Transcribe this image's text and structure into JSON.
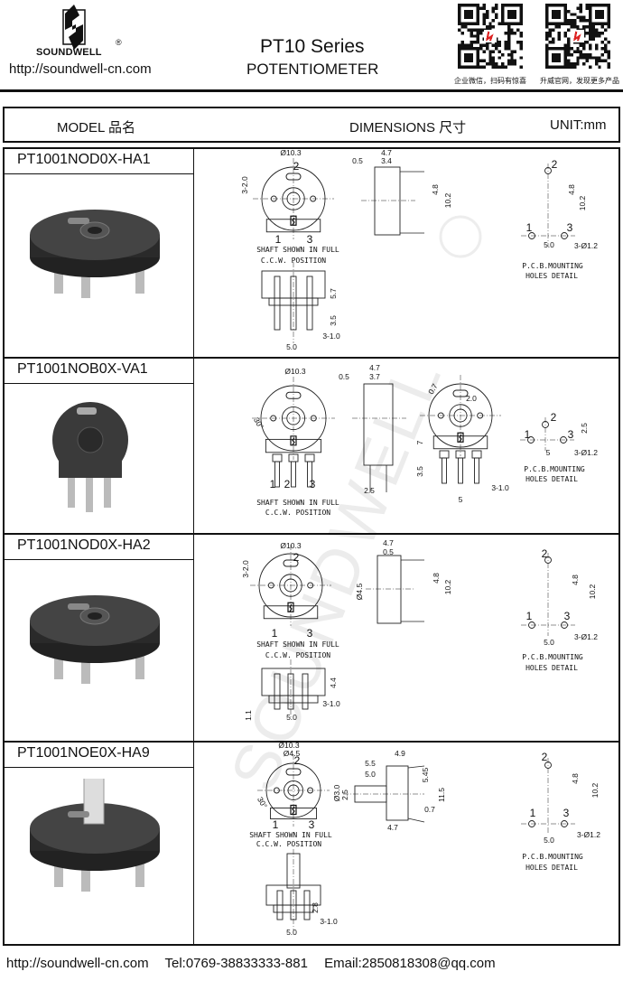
{
  "header": {
    "brand": "SOUNDWELL",
    "registered_mark": "®",
    "url": "http://soundwell-cn.com",
    "title": "PT10 Series",
    "subtitle": "POTENTIOMETER",
    "qr_codes": [
      {
        "caption": "企业微信，扫码有惊喜"
      },
      {
        "caption": "升威官网，发现更多产品"
      }
    ]
  },
  "table_header": {
    "model": "MODEL 品名",
    "dimensions": "DIMENSIONS 尺寸",
    "unit": "UNIT:mm"
  },
  "watermark": "SOUNDWELL ®",
  "sections": [
    {
      "model": "PT1001NOD0X-HA1",
      "dims": {
        "d1": "Ø10.3",
        "p2": "2",
        "w1": "3-2.0",
        "p1": "1",
        "p3": "3",
        "n1": "SHAFT SHOWN IN FULL",
        "n2": "C.C.W. POSITION",
        "h1": "5.7",
        "h2": "3.5",
        "pw": "3-1.0",
        "ps": "5.0",
        "s1": "4.7",
        "s2": "0.5",
        "s3": "3.4",
        "s4": "4.8",
        "s5": "10.2",
        "q2": "2",
        "q48": "4.8",
        "q102": "10.2",
        "q1": "1",
        "q3": "3",
        "q5": "5.0",
        "qd": "3-Ø1.2",
        "m1": "P.C.B.MOUNTING",
        "m2": "HOLES DETAIL"
      }
    },
    {
      "model": "PT1001NOB0X-VA1",
      "dims": {
        "d1": "Ø10.3",
        "a1": "30°",
        "p1": "1",
        "p2": "2",
        "p3": "3",
        "n1": "SHAFT SHOWN IN FULL",
        "n2": "C.C.W. POSITION",
        "s1": "4.7",
        "s2": "0.5",
        "s3": "3.7",
        "s4": "2.5",
        "t1": "0.7",
        "t2": "2.0",
        "t3": "7",
        "t4": "3.5",
        "t5": "5",
        "t6": "3-1.0",
        "q2": "2",
        "q25": "2.5",
        "q1": "1",
        "q3": "3",
        "q5": "5",
        "qd": "3-Ø1.2",
        "m1": "P.C.B.MOUNTING",
        "m2": "HOLES DETAIL"
      }
    },
    {
      "model": "PT1001NOD0X-HA2",
      "dims": {
        "d1": "Ø10.3",
        "p2": "2",
        "w1": "3-2.0",
        "p1": "1",
        "p3": "3",
        "n1": "SHAFT SHOWN IN FULL",
        "n2": "C.C.W. POSITION",
        "h1": "4.4",
        "h2": "1.1",
        "pw": "3-1.0",
        "ps": "5.0",
        "s1": "4.7",
        "s2": "0.5",
        "s3": "Ø4.5",
        "s4": "4.8",
        "s5": "10.2",
        "q2": "2",
        "q48": "4.8",
        "q102": "10.2",
        "q1": "1",
        "q3": "3",
        "q5": "5.0",
        "qd": "3-Ø1.2",
        "m1": "P.C.B.MOUNTING",
        "m2": "HOLES DETAIL"
      }
    },
    {
      "model": "PT1001NOE0X-HA9",
      "dims": {
        "d1": "Ø10.3",
        "d2": "Ø4.5",
        "p2": "2",
        "a1": "30°",
        "p1": "1",
        "p3": "3",
        "n1": "SHAFT SHOWN IN FULL",
        "n2": "C.C.W. POSITION",
        "h1": "2.8",
        "pw": "3-1.0",
        "ps": "5.0",
        "s1": "4.9",
        "s2": "5.5",
        "s3": "5.0",
        "s4": "Ø3.0",
        "s5": "2.5",
        "s6": "5.45",
        "s7": "11.5",
        "s8": "0.7",
        "s9": "4.7",
        "q2": "2",
        "q48": "4.8",
        "q102": "10.2",
        "q1": "1",
        "q3": "3",
        "q5": "5.0",
        "qd": "3-Ø1.2",
        "m1": "P.C.B.MOUNTING",
        "m2": "HOLES DETAIL"
      }
    }
  ],
  "footer": {
    "url": "http://soundwell-cn.com",
    "tel": "Tel:0769-38833333-881",
    "email": "Email:2850818308@qq.com"
  }
}
